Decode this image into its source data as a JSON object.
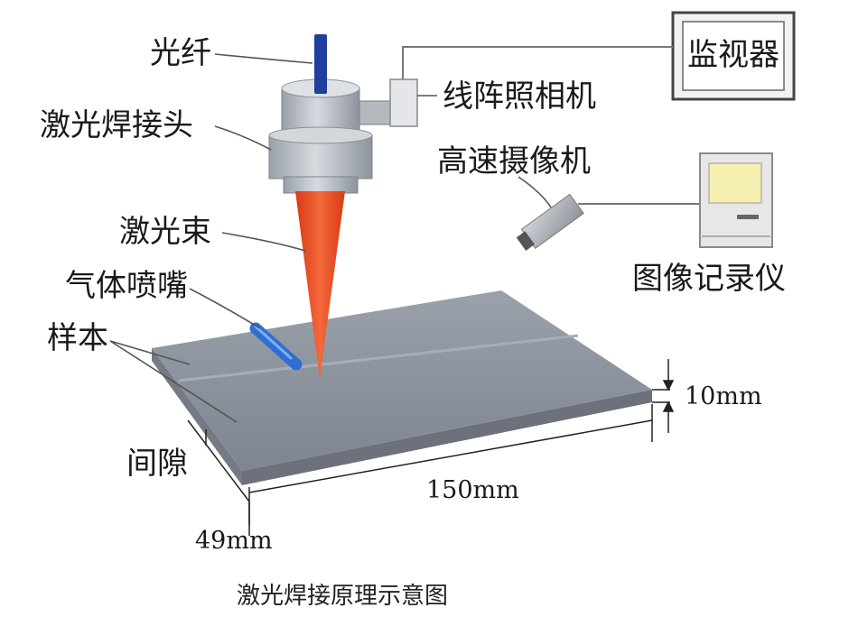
{
  "labels": {
    "fiber": "光纤",
    "head": "激光焊接头",
    "beam": "激光束",
    "nozzle": "气体喷嘴",
    "sample": "样本",
    "gap": "间隙",
    "line_camera": "线阵照相机",
    "monitor": "监视器",
    "hs_camera": "高速摄像机",
    "recorder": "图像记录仪"
  },
  "dimensions": {
    "thickness": "10mm",
    "length": "150mm",
    "width": "49mm"
  },
  "caption": "激光焊接原理示意图",
  "colors": {
    "fiber": "#1f3f9e",
    "beam": "#ec4a1e",
    "nozzle": "#2f6fd0",
    "plate_top": "#8d939e",
    "head_body": "#bfc4cb",
    "recorder_screen": "#f6efb2"
  }
}
